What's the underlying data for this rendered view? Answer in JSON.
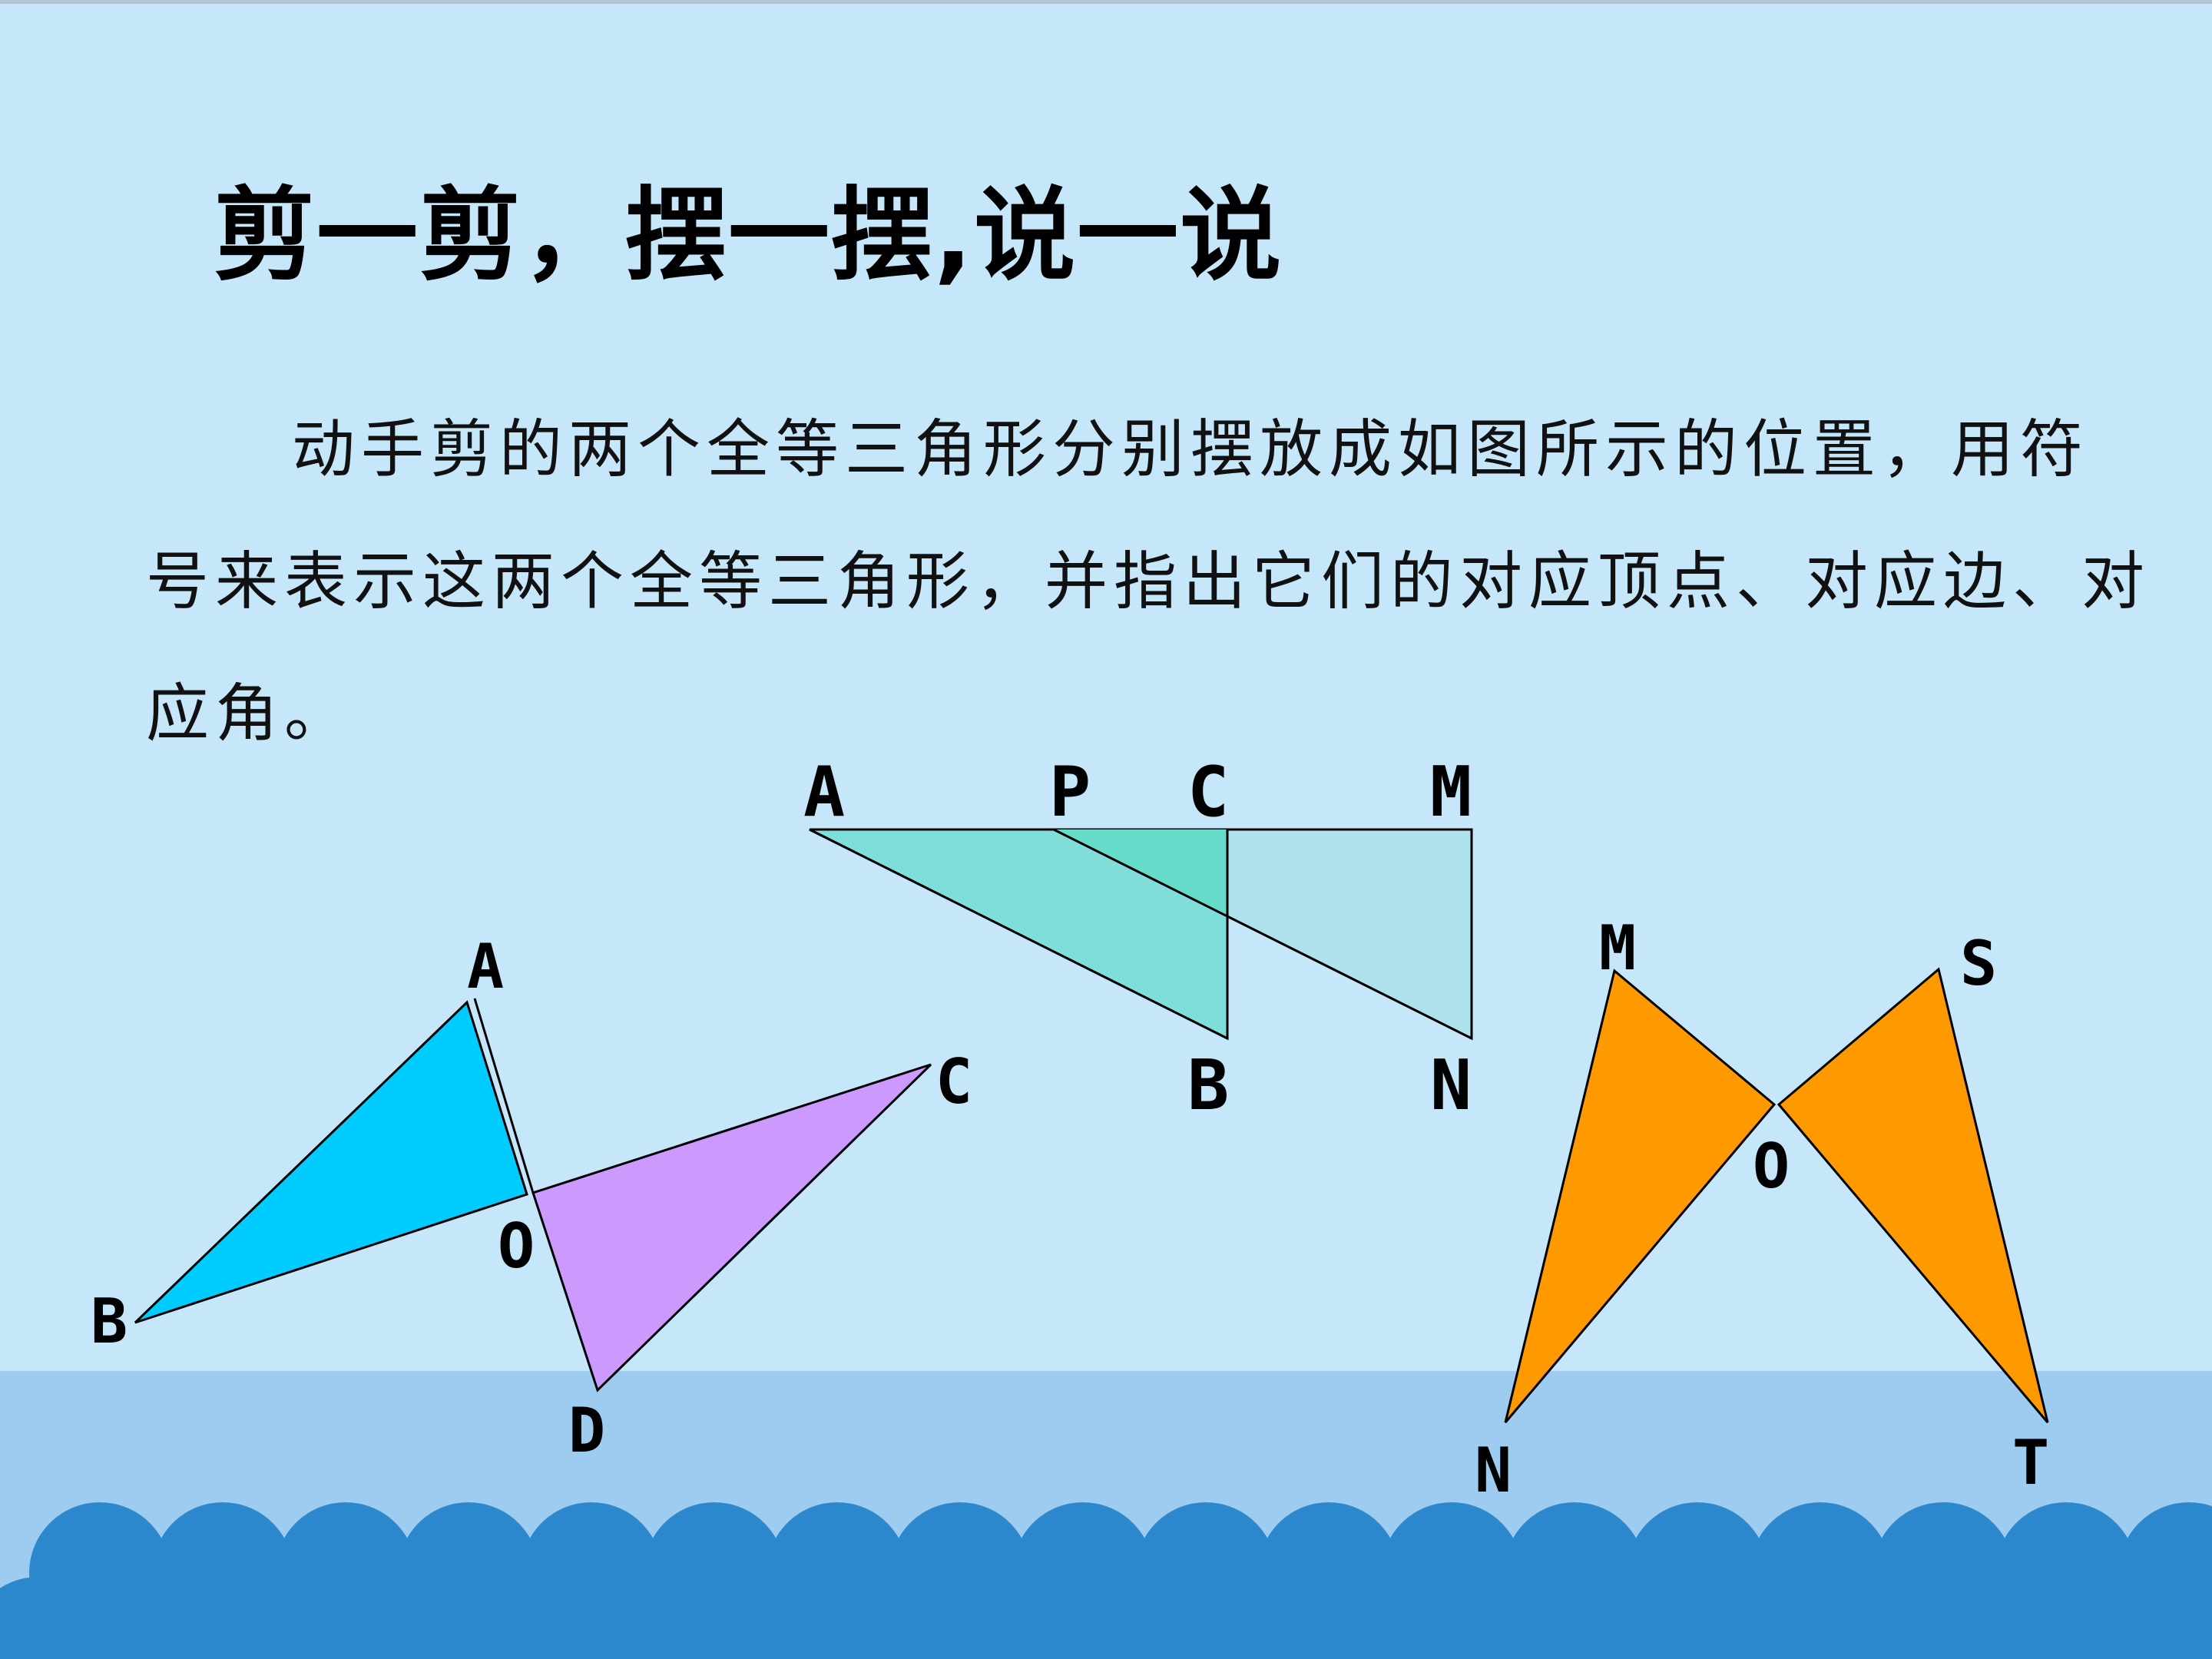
{
  "title": "剪一剪，摆一摆,说一说",
  "paragraph": "动手剪的两个全等三角形分别摆放成如图所示的位置，用符号来表示这两个全等三角形，并指出它们的对应顶点、对应边、对应角。",
  "figures": {
    "figure1": {
      "labels": [
        "A",
        "B",
        "O",
        "C",
        "D"
      ]
    },
    "figure2": {
      "labels": [
        "A",
        "P",
        "C",
        "M",
        "B",
        "N"
      ]
    },
    "figure3": {
      "labels": [
        "M",
        "S",
        "O",
        "N",
        "T"
      ]
    }
  },
  "colors": {
    "background": "#c6e6fa",
    "sea_band": "#9ecbf0",
    "waves": "#2b88cc",
    "triangle_cyan": "#00ccff",
    "triangle_violet": "#cc99ff",
    "triangle_teal_1": "#7fded9",
    "triangle_teal_2": "#a0e0e8",
    "triangle_orange": "#ff9900"
  }
}
